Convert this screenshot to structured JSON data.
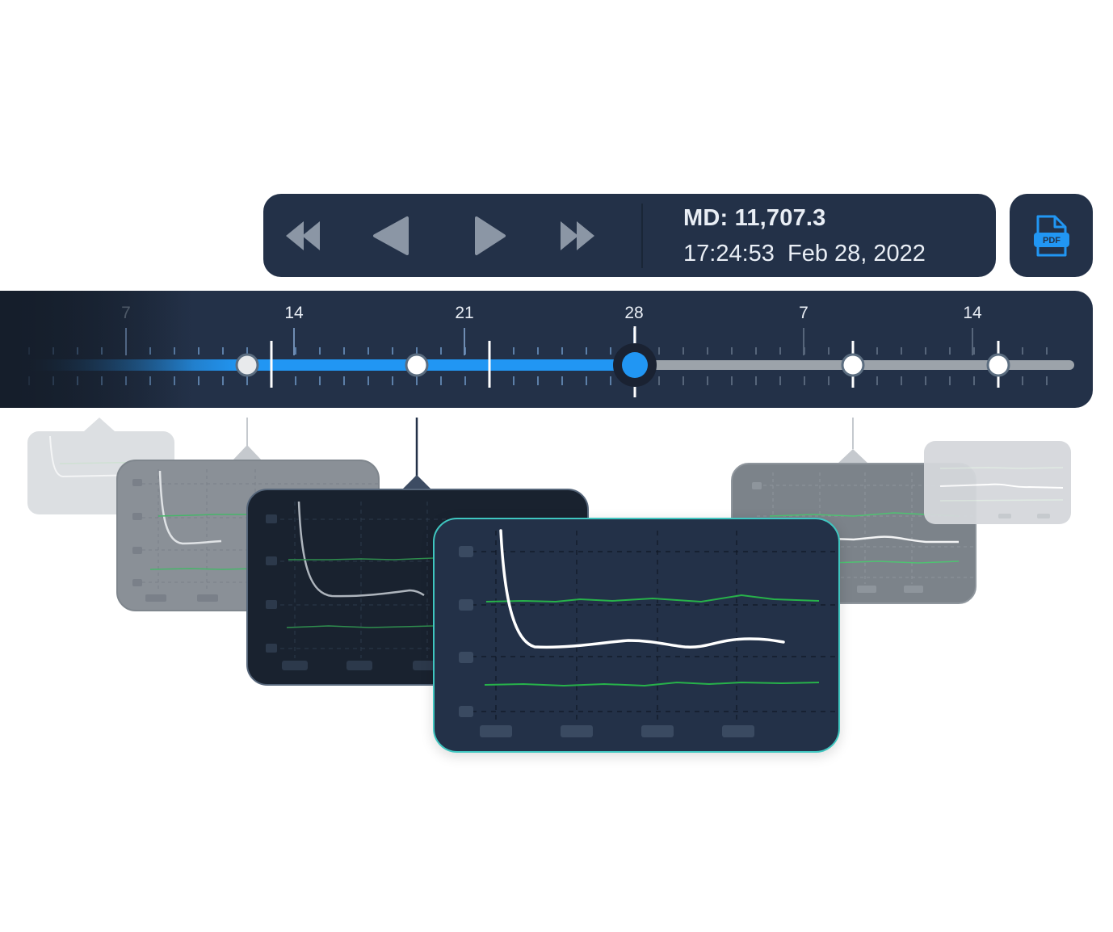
{
  "playback": {
    "buttons": [
      {
        "name": "fast-rewind-icon"
      },
      {
        "name": "step-back-icon"
      },
      {
        "name": "play-icon"
      },
      {
        "name": "fast-forward-icon"
      }
    ],
    "md_label": "MD: 11,707.3",
    "time": "17:24:53",
    "date": "Feb 28, 2022",
    "export_icon": "pdf-file-icon",
    "export_icon_text": "PDF"
  },
  "timeline": {
    "tick_labels": [
      "7",
      "14",
      "21",
      "28",
      "7",
      "14"
    ],
    "current_label": "28",
    "colors": {
      "progress": "#2196f3",
      "track": "#9ca3aa",
      "panel": "#233148"
    }
  },
  "snapshots": [
    {
      "name": "snapshot-card-1"
    },
    {
      "name": "snapshot-card-2"
    },
    {
      "name": "snapshot-card-3"
    },
    {
      "name": "snapshot-card-active"
    },
    {
      "name": "snapshot-card-5"
    },
    {
      "name": "snapshot-card-6"
    }
  ]
}
